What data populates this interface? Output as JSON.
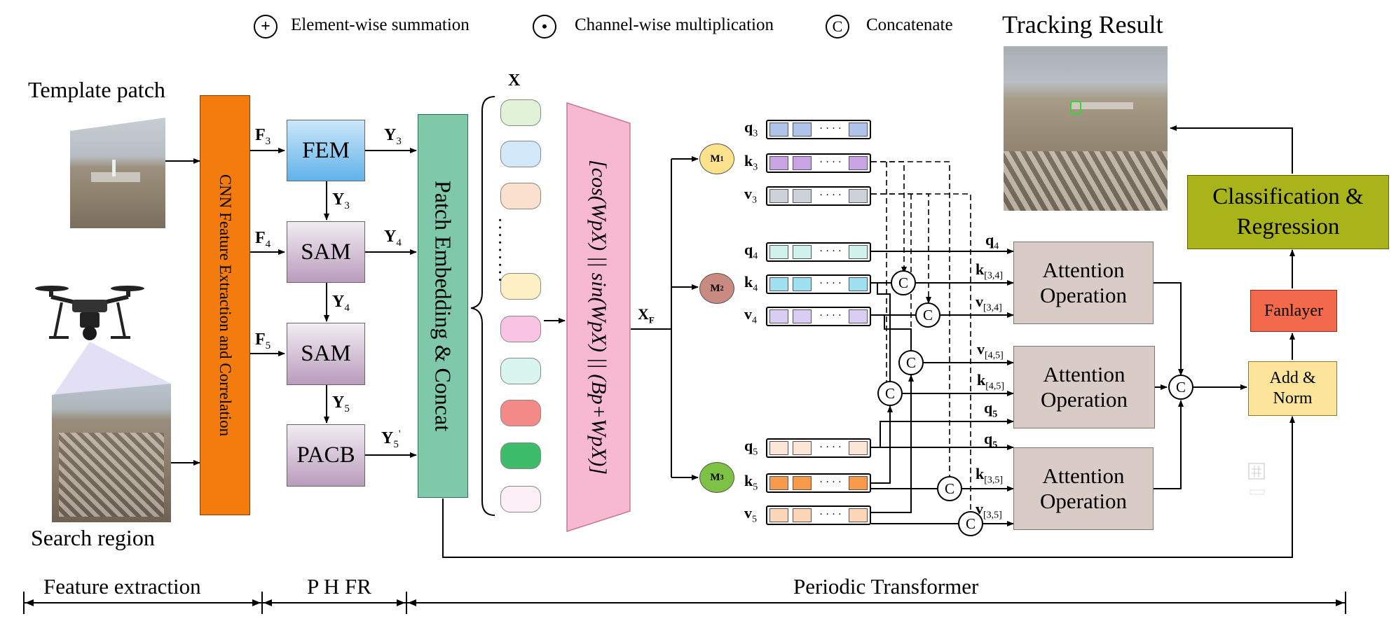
{
  "legend": {
    "sum_symbol": "+",
    "sum_label": "Element-wise summation",
    "mul_symbol": "•",
    "mul_label": "Channel-wise multiplication",
    "cat_symbol": "C",
    "cat_label": "Concatenate"
  },
  "inputs": {
    "template_label": "Template patch",
    "search_label": "Search region",
    "tracking_label": "Tracking Result"
  },
  "cnn": {
    "label": "CNN Feature Extraction and Correlation"
  },
  "features": {
    "f3": "F",
    "f3_sub": "3",
    "f4": "F",
    "f4_sub": "4",
    "f5": "F",
    "f5_sub": "5"
  },
  "modules": {
    "fem": "FEM",
    "sam1": "SAM",
    "sam2": "SAM",
    "pacb": "PACB"
  },
  "ylabels": {
    "y": "Y",
    "y3_sub": "3",
    "y4_sub": "4",
    "y5_sub": "5",
    "y5p_sup": "'"
  },
  "patch_embed": {
    "label": "Patch Embedding & Concat"
  },
  "tokens": {
    "x_label": "X",
    "dots": "·········"
  },
  "periodic": {
    "label": "[cos(WpX) || sin(WpX) || (Bp+WpX)]"
  },
  "xf": {
    "label": "X",
    "sub": "F"
  },
  "m_nodes": {
    "m1": "M",
    "m1_sub": "1",
    "m2": "M",
    "m2_sub": "2",
    "m3": "M",
    "m3_sub": "3"
  },
  "qkv": {
    "q": "q",
    "k": "k",
    "v": "v",
    "dots": "· · · ·",
    "s3": "3",
    "s4": "4",
    "s5": "5"
  },
  "attn_inputs": {
    "q4": "q",
    "q4_sub": "4",
    "k34": "k",
    "k34_sub": "[3,4]",
    "v34": "v",
    "v34_sub": "[3,4]",
    "v45": "v",
    "v45_sub": "[4,5]",
    "k45": "k",
    "k45_sub": "[4,5]",
    "q5a": "q",
    "q5a_sub": "5",
    "q5b": "q",
    "q5b_sub": "5",
    "k35": "k",
    "k35_sub": "[3,5]",
    "v35": "v",
    "v35_sub": "[3,5]"
  },
  "attention": {
    "a1_l1": "Attention",
    "a1_l2": "Operation",
    "a2_l1": "Attention",
    "a2_l2": "Operation",
    "a3_l1": "Attention",
    "a3_l2": "Operation"
  },
  "concat_symbol": "C",
  "add_norm": {
    "l1": "Add &",
    "l2": "Norm"
  },
  "fanlayer": {
    "label": "Fanlayer"
  },
  "cls_reg": {
    "l1": "Classification &",
    "l2": "Regression"
  },
  "sections": {
    "feature_extraction": "Feature extraction",
    "phfr": "P H FR",
    "periodic_transformer": "Periodic Transformer"
  },
  "colors": {
    "cnn": "#F47C0F",
    "fem": "#5FB2EA",
    "sam": "#C7AEC8",
    "patch": "#7FC8AA",
    "periodic": "#F7B9CF",
    "attention": "#D9CBC5",
    "add_norm": "#FCE59A",
    "fanlayer": "#F26A4B",
    "cls_reg": "#A8B41A",
    "m1": "#FCE28C",
    "m2": "#C98A82",
    "m3": "#7DC244",
    "q3": "#AFC4E8",
    "k3": "#C9A6E3",
    "v3": "#CDD2DA",
    "q4": "#CFF3EC",
    "k4": "#9FE0F2",
    "v4": "#D9CDF4",
    "q5": "#FCE6DA",
    "k5": "#F79A4E",
    "v5": "#FCD6B8",
    "tokens": [
      "#E1F2D6",
      "#D3E8F8",
      "#FCE0CE",
      "#FCF0C4",
      "#F9C3E3",
      "#D8F6EE",
      "#F38A87",
      "#3DBC6A",
      "#FCEFF6"
    ]
  }
}
